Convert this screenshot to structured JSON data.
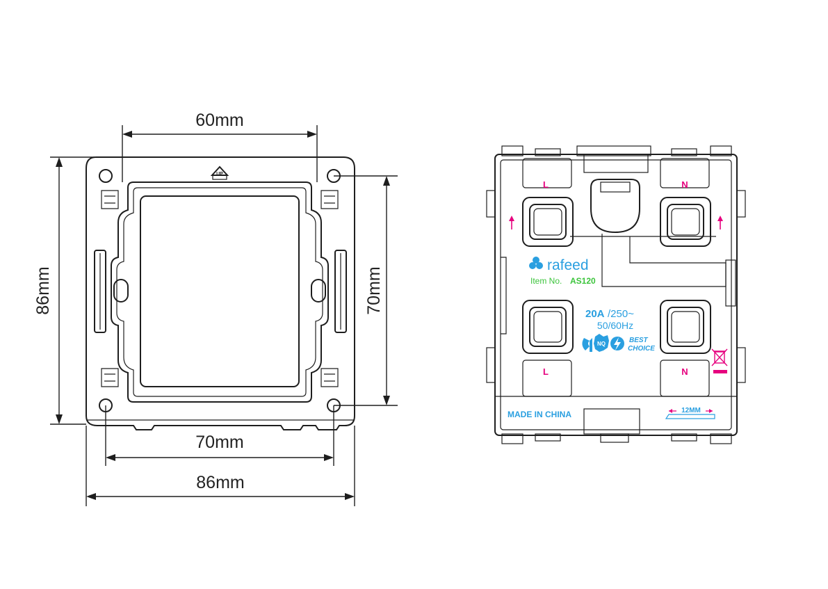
{
  "frame_view": {
    "dimensions": {
      "top_width": "60mm",
      "left_height": "86mm",
      "right_height": "70mm",
      "bottom_inner_width": "70mm",
      "bottom_outer_width": "86mm"
    },
    "up_mark": "UP"
  },
  "module_view": {
    "brand": "rafeed",
    "item_label": "Item No.",
    "item_number": "AS120",
    "rating_current": "20A",
    "rating_voltage": "/250~",
    "rating_frequency": "50/60Hz",
    "best_choice_line1": "BEST",
    "best_choice_line2": "CHOICE",
    "nq_mark": "NQ",
    "terminal_top_left": "L",
    "terminal_top_right": "N",
    "terminal_bottom_left": "L",
    "terminal_bottom_right": "N",
    "made_in": "MADE IN CHINA",
    "strip_length": "12MM",
    "colors": {
      "magenta": "#e6007e",
      "blue": "#2a9fe0",
      "green": "#3cc43c"
    }
  }
}
